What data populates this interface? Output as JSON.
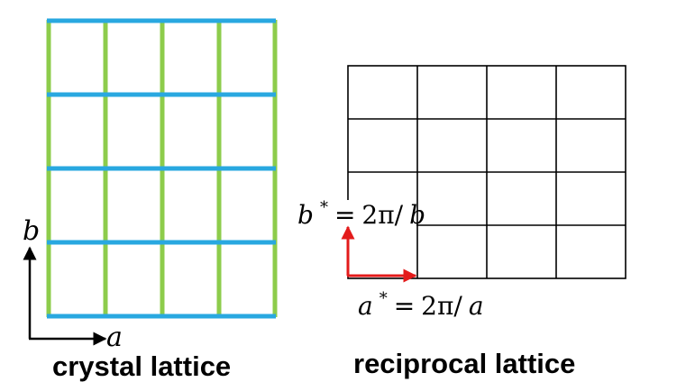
{
  "crystal_lattice": {
    "caption": "crystal lattice",
    "axis_b_label": "b",
    "axis_a_label": "a",
    "horizontal_line_color": "#29a8e0",
    "vertical_line_color": "#8dcc4b",
    "axis_color": "#000000"
  },
  "reciprocal_lattice": {
    "caption": "reciprocal lattice",
    "b_star_label": {
      "base": "b",
      "sup": "*",
      "equals": "=",
      "value": "2π/",
      "var": "b"
    },
    "a_star_label": {
      "base": "a",
      "sup": "*",
      "equals": "=",
      "value": " 2π/",
      "var": "a"
    },
    "grid_color": "#000000",
    "vector_color": "#e31b1b"
  }
}
